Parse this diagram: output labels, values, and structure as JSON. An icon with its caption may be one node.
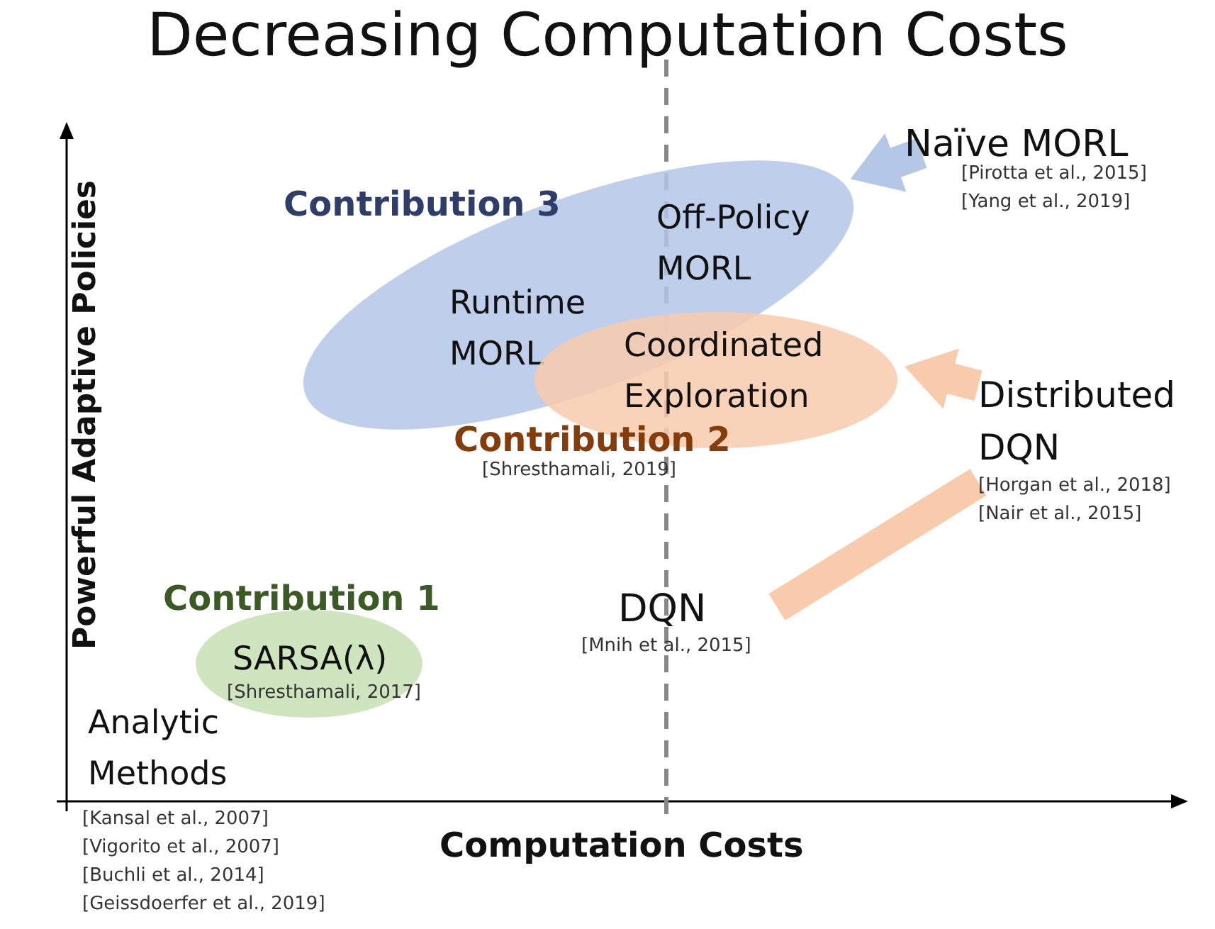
{
  "diagram": {
    "title": "Decreasing Computation Costs",
    "nodes": [
      {
        "text": [
          "Contribution 3",
          "Off-Policy MORL",
          "Runtime MORL"
        ]
      },
      {
        "text": [
          "Coordinated Exploration",
          "Contribution 2"
        ],
        "beside": [
          "[Shresthamali, 2019]"
        ]
      },
      {
        "text": [
          "Contribution 1",
          "SARSA(λ)",
          "[Shresthamali, 2017]"
        ]
      },
      {
        "text": [
          "Naïve MORL"
        ],
        "beside": [
          "[Pirotta et al., 2015]",
          "[Yang et al., 2019]"
        ]
      },
      {
        "text": [
          "Distributed DQN"
        ],
        "beside": [
          "[Horgan et al., 2018]",
          "[Nair et al., 2015]"
        ]
      },
      {
        "text": [
          "DQN"
        ],
        "beside": [
          "[Mnih et al., 2015]"
        ]
      }
    ],
    "edges": [
      {
        "from": 3,
        "to": 0,
        "arrow": "to",
        "color": "#b4c7e7"
      },
      {
        "from": 4,
        "to": 1,
        "arrow": "to"
      },
      {
        "from": 5,
        "to": 4,
        "arrow": "none"
      }
    ],
    "labels": [
      "Powerful Adaptive Policies",
      "Analytic Methods",
      "Computation Costs",
      "[Kansal et al., 2007]",
      "[Vigorito et al., 2007]",
      "[Buchli et al., 2014]",
      "[Geissdoerfer et al., 2019]"
    ]
  }
}
